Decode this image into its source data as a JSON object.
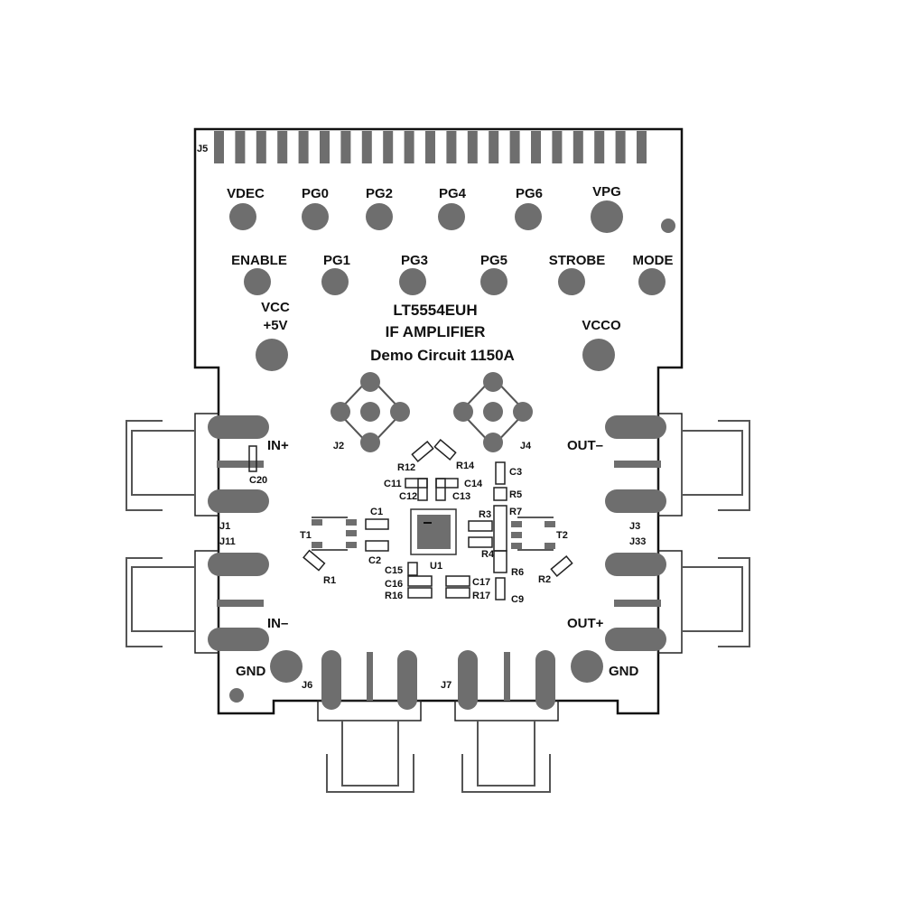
{
  "board": {
    "title_lines": [
      "LT5554EUH",
      "IF AMPLIFIER",
      "Demo Circuit 1150A"
    ]
  },
  "connector": {
    "label": "J5"
  },
  "test_points_row1": [
    "VDEC",
    "PG0",
    "PG2",
    "PG4",
    "PG6",
    "VPG"
  ],
  "test_points_row2": [
    "ENABLE",
    "PG1",
    "PG3",
    "PG5",
    "STROBE",
    "MODE"
  ],
  "power": {
    "vcc_line1": "VCC",
    "vcc_line2": "+5V",
    "vcco": "VCCO",
    "gnd_left": "GND",
    "gnd_right": "GND"
  },
  "sma": {
    "j1": "J1",
    "j11": "J11",
    "j3": "J3",
    "j33": "J33",
    "j6": "J6",
    "j7": "J7",
    "j2": "J2",
    "j4": "J4"
  },
  "ports": {
    "in_plus": "IN+",
    "in_minus": "IN–",
    "out_minus": "OUT–",
    "out_plus": "OUT+"
  },
  "components": {
    "c20": "C20",
    "t1": "T1",
    "t2": "T2",
    "r1": "R1",
    "r2": "R2",
    "c1": "C1",
    "c2": "C2",
    "u1": "U1",
    "r12": "R12",
    "r14": "R14",
    "c11": "C11",
    "c12": "C12",
    "c13": "C13",
    "c14": "C14",
    "c3": "C3",
    "r5": "R5",
    "r3": "R3",
    "r7": "R7",
    "r4": "R4",
    "r6": "R6",
    "c9": "C9",
    "c15": "C15",
    "c16": "C16",
    "r16": "R16",
    "c17": "C17",
    "r17": "R17"
  }
}
